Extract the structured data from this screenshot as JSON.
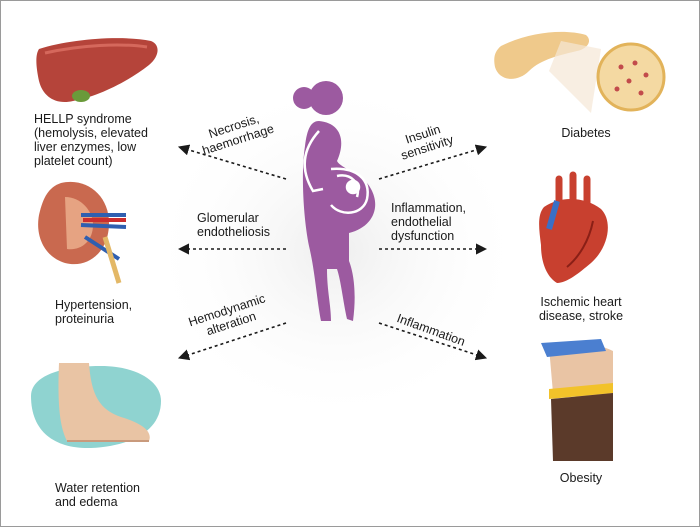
{
  "conditions": {
    "hellp": "HELLP syndrome\n(hemolysis, elevated\nliver enzymes, low\nplatelet count)",
    "hypertension": "Hypertension,\nproteinuria",
    "water": "Water retention\nand edema",
    "diabetes": "Diabetes",
    "heart": "Ischemic heart\ndisease, stroke",
    "obesity": "Obesity"
  },
  "mechanisms": {
    "necrosis": "Necrosis,\nhaemorrhage",
    "glomerular": "Glomerular\nendotheliosis",
    "hemodynamic": "Hemodynamic\nalteration",
    "insulin": "Insulin\nsensitivity",
    "inflammation_endo": "Inflammation,\nendothelial\ndysfunction",
    "inflammation": "Inflammation"
  },
  "colors": {
    "woman": "#9c5aa0",
    "arrow": "#1a1a1a",
    "liver": "#b5443a",
    "kidney": "#c9694f",
    "foot_bg": "#8fd3d0",
    "skin": "#e9c4a4",
    "heart": "#c8402f",
    "pancreas": "#efc98b"
  },
  "icons": [
    "liver-icon",
    "kidney-icon",
    "foot-icon",
    "pancreas-icon",
    "heart-icon",
    "belly-icon",
    "pregnant-woman-icon"
  ]
}
